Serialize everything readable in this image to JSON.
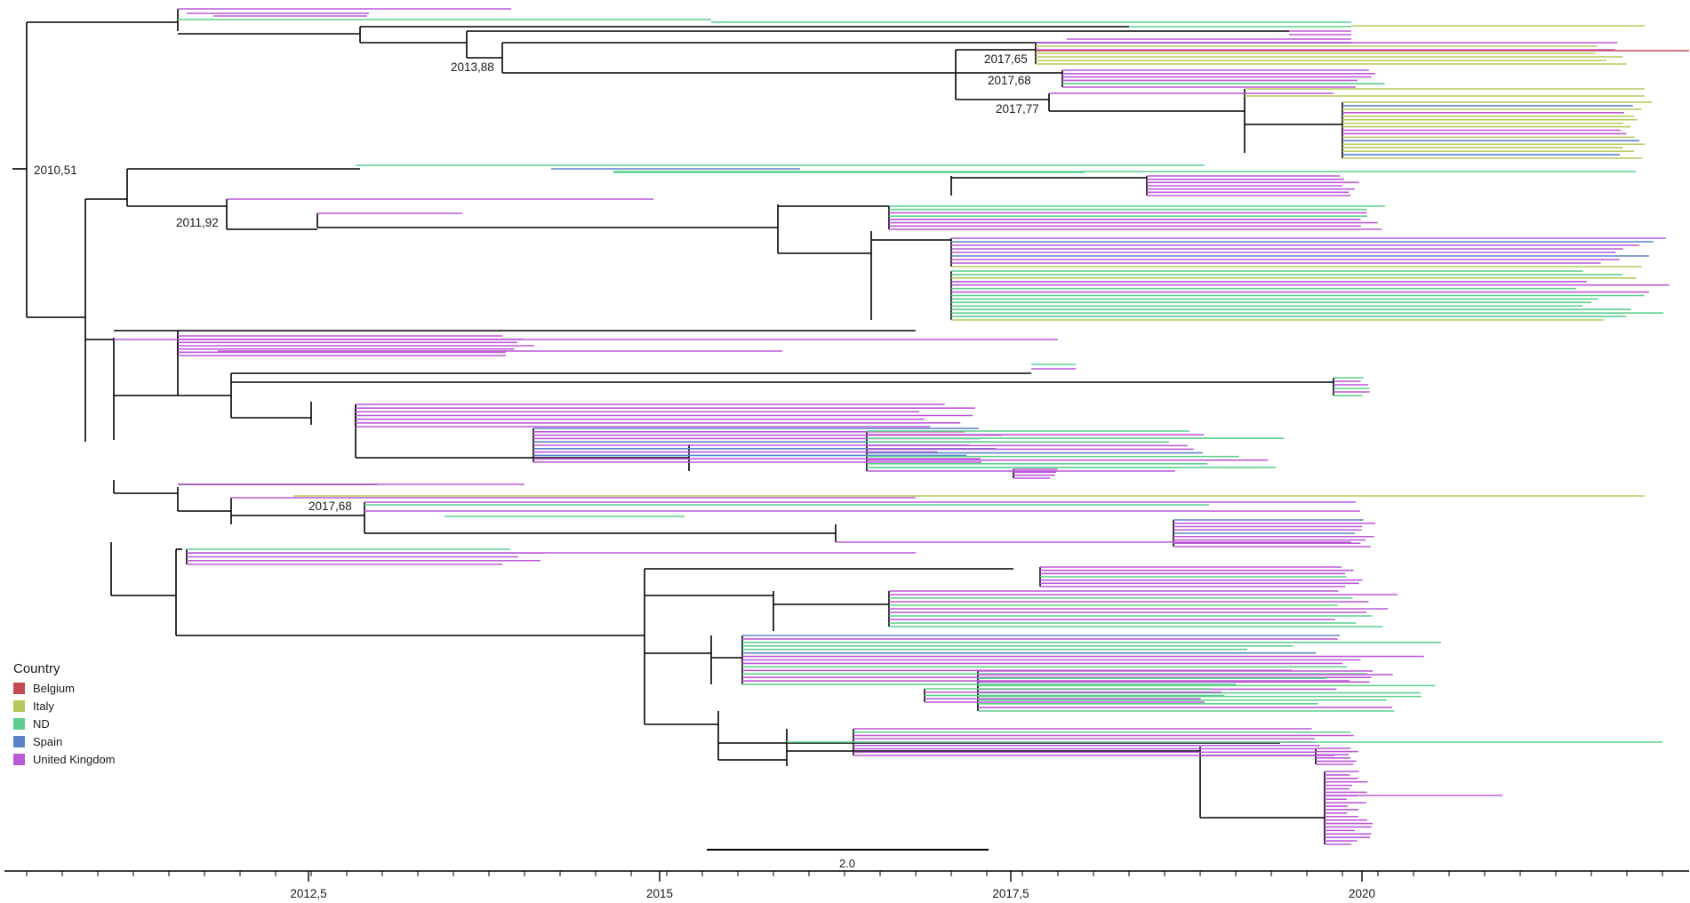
{
  "diagram": {
    "type": "time-scaled phylogenetic tree",
    "node_labels": [
      "2010,51",
      "2011,92",
      "2013,88",
      "2017,65",
      "2017,68",
      "2017,77",
      "2017,68"
    ],
    "x_axis": {
      "ticks": [
        "2012,5",
        "2015",
        "2017,5",
        "2020"
      ]
    },
    "scale_bar": {
      "label": "2.0"
    }
  },
  "legend": {
    "title": "Country",
    "items": [
      {
        "label": "Belgium",
        "color": "#c44a52"
      },
      {
        "label": "Italy",
        "color": "#b5c95a"
      },
      {
        "label": "ND",
        "color": "#5ccf8e"
      },
      {
        "label": "Spain",
        "color": "#5b82c9"
      },
      {
        "label": "United Kingdom",
        "color": "#bb59d6"
      }
    ]
  },
  "colors": {
    "branch": "#000000",
    "belgium": "#c44a52",
    "italy": "#b5c95a",
    "nd": "#5ccf8e",
    "spain": "#5b82c9",
    "uk": "#bb59d6"
  }
}
